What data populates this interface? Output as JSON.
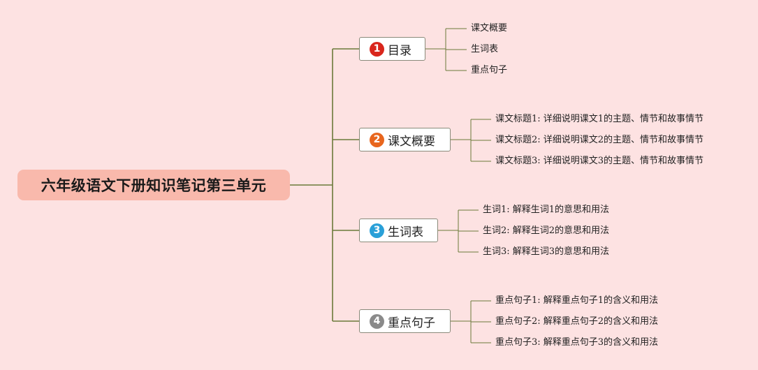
{
  "root": {
    "label": "六年级语文下册知识笔记第三单元"
  },
  "colors": {
    "background": "#fde2e2",
    "root_fill": "#f9b9ac",
    "connector": "#6b7a3a"
  },
  "branches": [
    {
      "number": "1",
      "label": "目录",
      "badge_color": "#d9261c",
      "children": [
        "课文概要",
        "生词表",
        "重点句子"
      ]
    },
    {
      "number": "2",
      "label": "课文概要",
      "badge_color": "#e8661e",
      "children": [
        "课文标题1: 详细说明课文1的主题、情节和故事情节",
        "课文标题2: 详细说明课文2的主题、情节和故事情节",
        "课文标题3: 详细说明课文3的主题、情节和故事情节"
      ]
    },
    {
      "number": "3",
      "label": "生词表",
      "badge_color": "#2aa0d8",
      "children": [
        "生词1: 解释生词1的意思和用法",
        "生词2: 解释生词2的意思和用法",
        "生词3: 解释生词3的意思和用法"
      ]
    },
    {
      "number": "4",
      "label": "重点句子",
      "badge_color": "#8a8a8a",
      "children": [
        "重点句子1: 解释重点句子1的含义和用法",
        "重点句子2: 解释重点句子2的含义和用法",
        "重点句子3: 解释重点句子3的含义和用法"
      ]
    }
  ]
}
